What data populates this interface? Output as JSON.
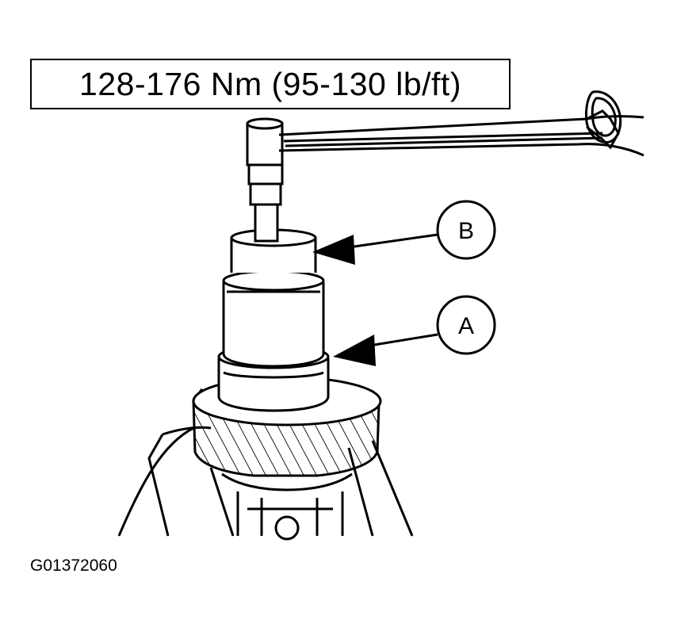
{
  "torque_spec": "128-176 Nm (95-130 lb/ft)",
  "callouts": {
    "b": "B",
    "a": "A"
  },
  "figure_code": "G01372060"
}
